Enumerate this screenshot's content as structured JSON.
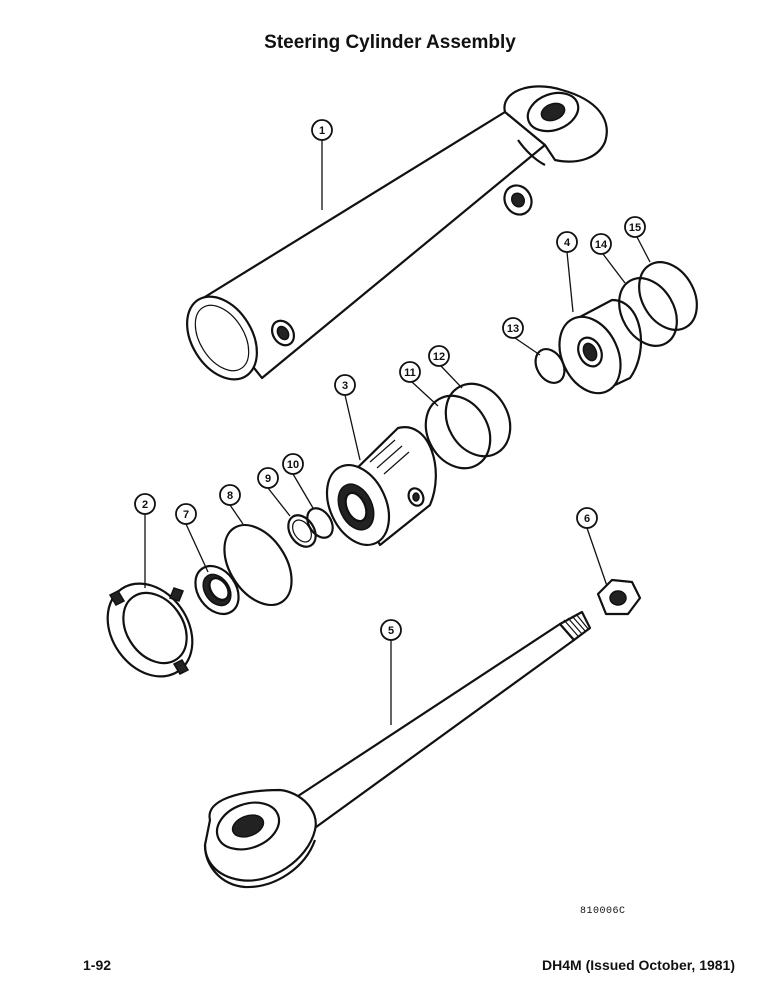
{
  "page": {
    "title": "Steering Cylinder Assembly",
    "figure_code": "810006C",
    "page_number": "1-92",
    "document_ref": "DH4M (Issued October, 1981)"
  },
  "callouts": [
    {
      "id": "c1",
      "label": "1"
    },
    {
      "id": "c2",
      "label": "2"
    },
    {
      "id": "c3",
      "label": "3"
    },
    {
      "id": "c4",
      "label": "4"
    },
    {
      "id": "c5",
      "label": "5"
    },
    {
      "id": "c6",
      "label": "6"
    },
    {
      "id": "c7",
      "label": "7"
    },
    {
      "id": "c8",
      "label": "8"
    },
    {
      "id": "c9",
      "label": "9"
    },
    {
      "id": "c10",
      "label": "10"
    },
    {
      "id": "c11",
      "label": "11"
    },
    {
      "id": "c12",
      "label": "12"
    },
    {
      "id": "c13",
      "label": "13"
    },
    {
      "id": "c14",
      "label": "14"
    },
    {
      "id": "c15",
      "label": "15"
    }
  ]
}
